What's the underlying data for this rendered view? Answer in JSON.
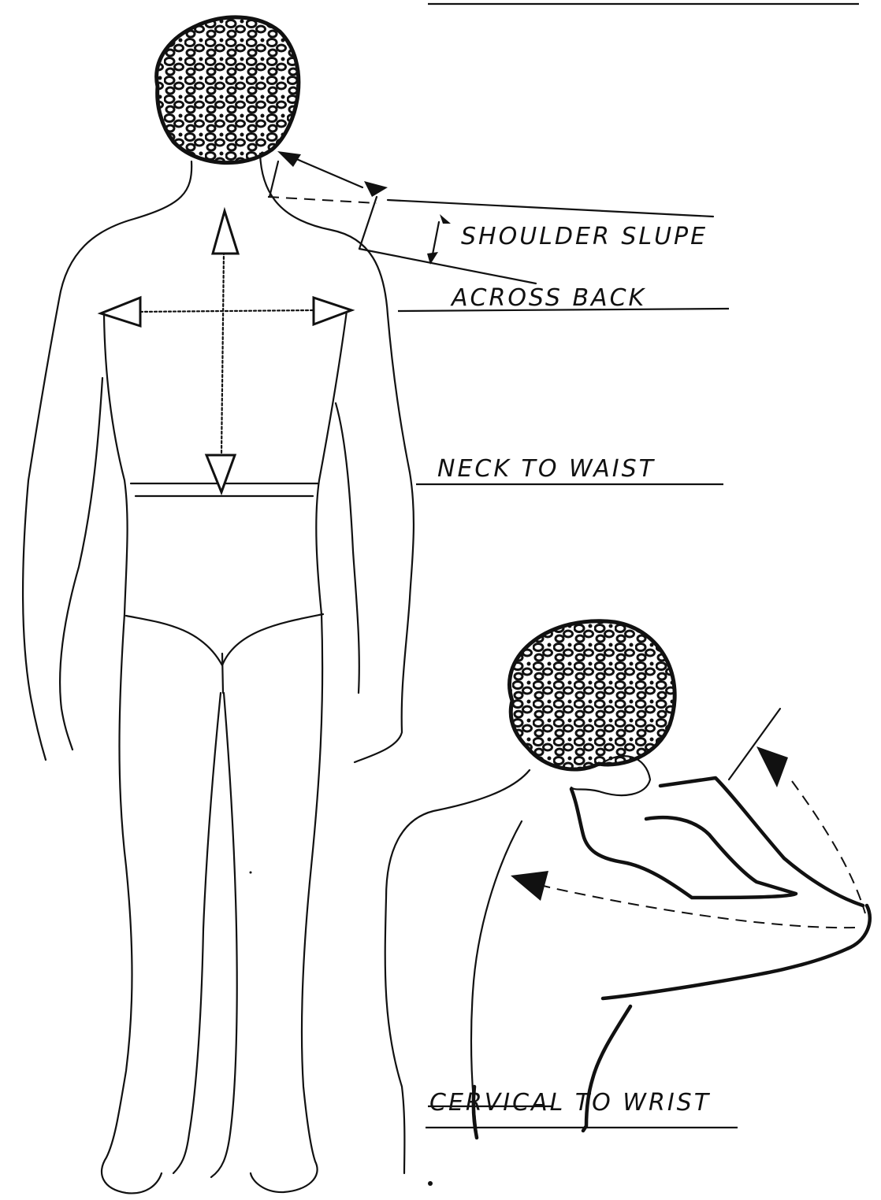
{
  "labels": {
    "shoulder_slope": "SHOULDER SLUPE",
    "across_back": "ACROSS BACK",
    "neck_to_waist": "NECK TO WAIST",
    "cervical_to_wrist": "CERVICAL TO WRIST"
  },
  "colors": {
    "ink": "#111111",
    "paper": "#ffffff"
  }
}
